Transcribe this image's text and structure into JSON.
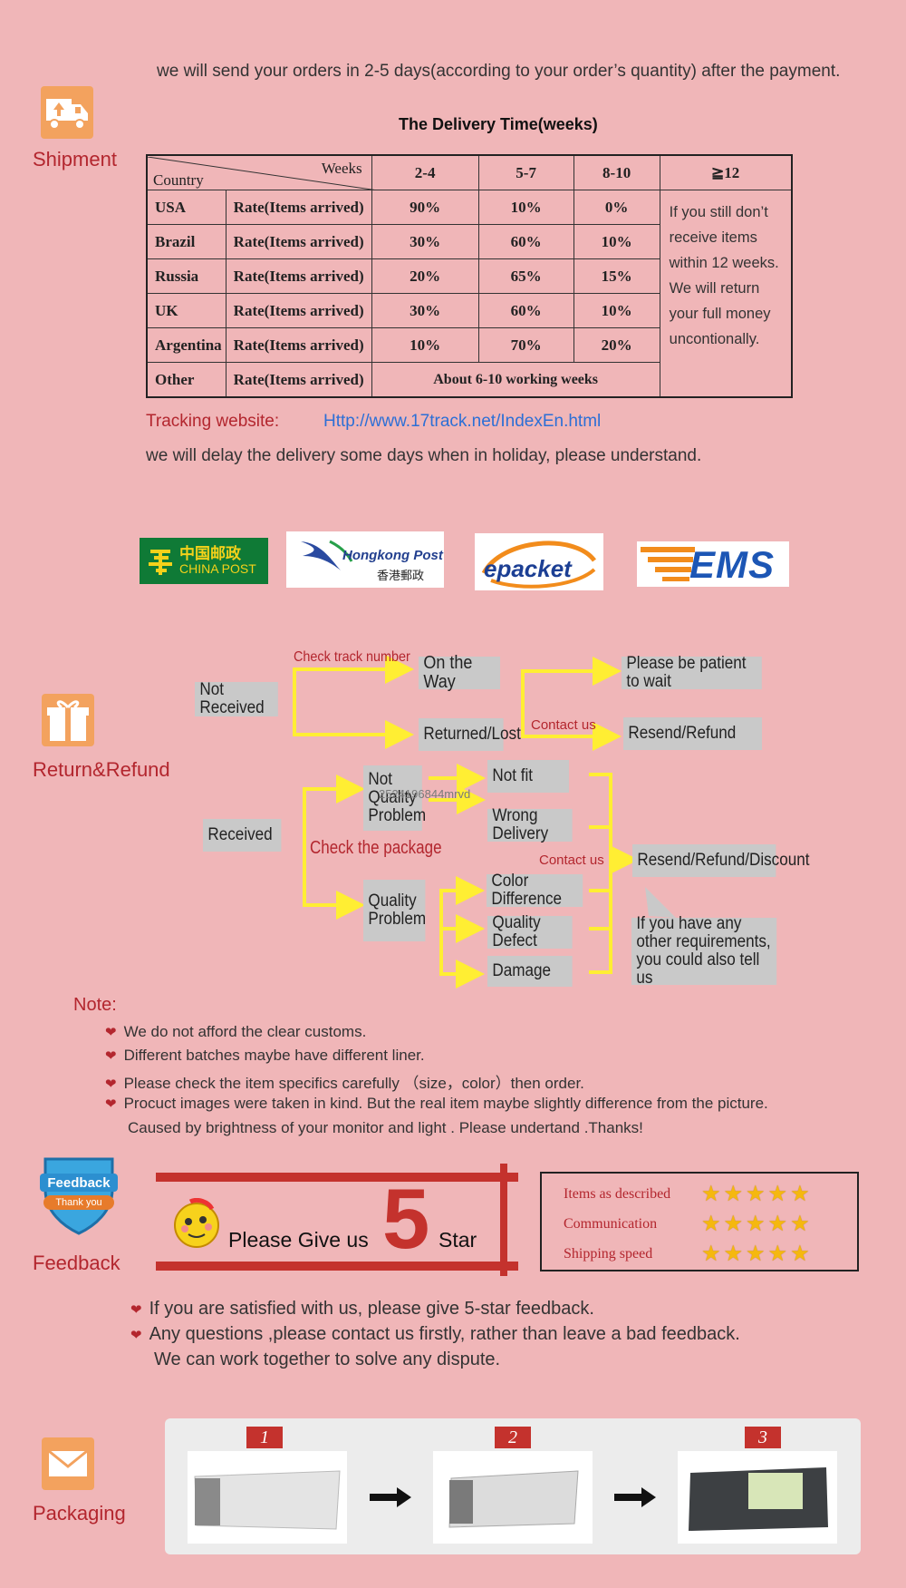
{
  "shipment": {
    "label": "Shipment",
    "intro": "we will send your orders in 2-5 days(according to your order’s quantity) after the payment.",
    "table_title": "The Delivery Time(weeks)",
    "corner_weeks": "Weeks",
    "corner_country": "Country",
    "headers": [
      "2-4",
      "5-7",
      "8-10",
      "≧12"
    ],
    "rows": [
      {
        "country": "USA",
        "label": "Rate(Items arrived)",
        "v": [
          "90%",
          "10%",
          "0%"
        ]
      },
      {
        "country": "Brazil",
        "label": "Rate(Items arrived)",
        "v": [
          "30%",
          "60%",
          "10%"
        ]
      },
      {
        "country": "Russia",
        "label": "Rate(Items arrived)",
        "v": [
          "20%",
          "65%",
          "15%"
        ]
      },
      {
        "country": "UK",
        "label": "Rate(Items arrived)",
        "v": [
          "30%",
          "60%",
          "10%"
        ]
      },
      {
        "country": "Argentina",
        "label": "Rate(Items arrived)",
        "v": [
          "10%",
          "70%",
          "20%"
        ]
      }
    ],
    "other_row": {
      "country": "Other",
      "label": "Rate(Items arrived)",
      "value": "About 6-10 working weeks"
    },
    "side_note": "If you still don’t receive items within 12 weeks. We will return your full money uncontionally.",
    "tracking_label": "Tracking website:",
    "tracking_url": "Http://www.17track.net/IndexEn.html",
    "holiday": "we will delay the delivery some days when in holiday, please understand."
  },
  "carriers": {
    "china_post_cn": "中国邮政",
    "china_post_en": "CHINA POST",
    "hk_post_en": "Hongkong Post",
    "hk_post_cn": "香港郵政",
    "epacket": "epacket",
    "ems": "EMS"
  },
  "return": {
    "label": "Return&Refund",
    "not_received": "Not Received",
    "check_track": "Check track number",
    "on_the_way": "On the Way",
    "returned_lost": "Returned/Lost",
    "be_patient": "Please  be patient to wait",
    "contact_us_1": "Contact us",
    "resend_refund": "Resend/Refund",
    "received": "Received",
    "check_package": "Check the package",
    "not_quality_problem": "Not Quality Problem",
    "quality_problem": "Quality Problem",
    "not_fit": "Not fit",
    "wrong_delivery": "Wrong Delivery",
    "color_difference": "Color Difference",
    "quality_defect": "Quality Defect",
    "damage": "Damage",
    "contact_us_2": "Contact us",
    "resend_refund_discount": "Resend/Refund/Discount",
    "other_req": "If you have any other requirements, you could also tell us",
    "watermark": "2524196844mrvd"
  },
  "note": {
    "title": "Note:",
    "items": [
      "We do not afford the clear customs.",
      "Different batches maybe have different liner.",
      "Please check the item specifics carefully （size，color）then order.",
      "Procuct images were taken in kind. But the real item maybe slightly difference from the picture."
    ],
    "continuation": "Caused by brightness of your monitor and light . Please undertand .Thanks!"
  },
  "feedback": {
    "label": "Feedback",
    "badge_top": "Feedback",
    "badge_bottom": "Thank you",
    "banner_text": "Please Give us",
    "banner_num": "5",
    "banner_star": "Star",
    "ratings": [
      {
        "label": "Items as described",
        "stars": 5
      },
      {
        "label": "Communication",
        "stars": 5
      },
      {
        "label": "Shipping speed",
        "stars": 5
      }
    ],
    "items": [
      "If you are satisfied with us, please give 5-star feedback.",
      "Any questions ,please contact us firstly, rather than leave a bad feedback."
    ],
    "continuation": "We can work together to solve any dispute."
  },
  "packaging": {
    "label": "Packaging",
    "steps": [
      "1",
      "2",
      "3"
    ]
  },
  "colors": {
    "background": "#f0b6b8",
    "accent_red": "#b3262e",
    "arrow_yellow": "#ffee33",
    "icon_orange": "#f3a25e",
    "link_blue": "#2c6fd6"
  }
}
